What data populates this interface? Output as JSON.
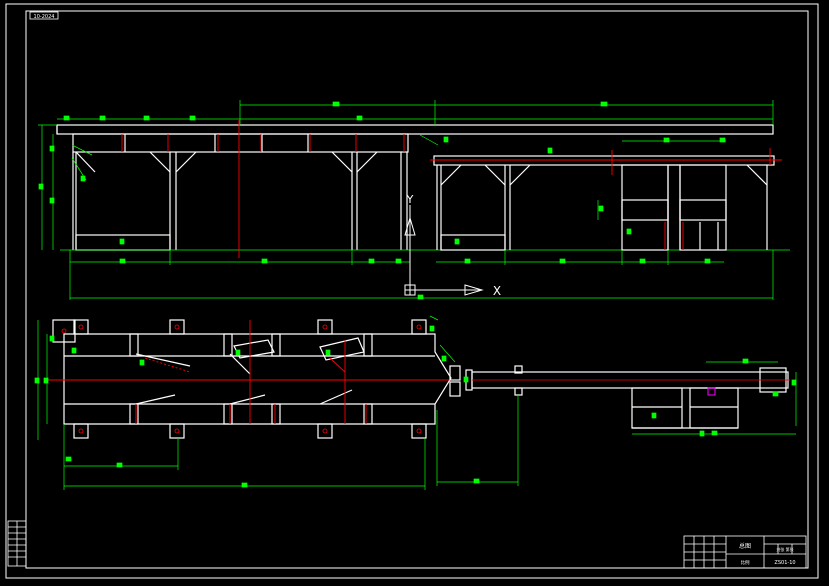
{
  "drawing": {
    "code_tag": "10-2024",
    "title_block": {
      "part_name": "总图",
      "drawing_number": "ZS01-10",
      "material": "",
      "scale_label": "比例",
      "sheet_label": "共张 第张"
    }
  },
  "axis_labels": {
    "x": "X",
    "y": "Y"
  },
  "colors": {
    "background": "#000000",
    "outline": "#ffffff",
    "dimension": "#00ff00",
    "centerline": "#ff0000",
    "highlight": "#ff00ff"
  }
}
